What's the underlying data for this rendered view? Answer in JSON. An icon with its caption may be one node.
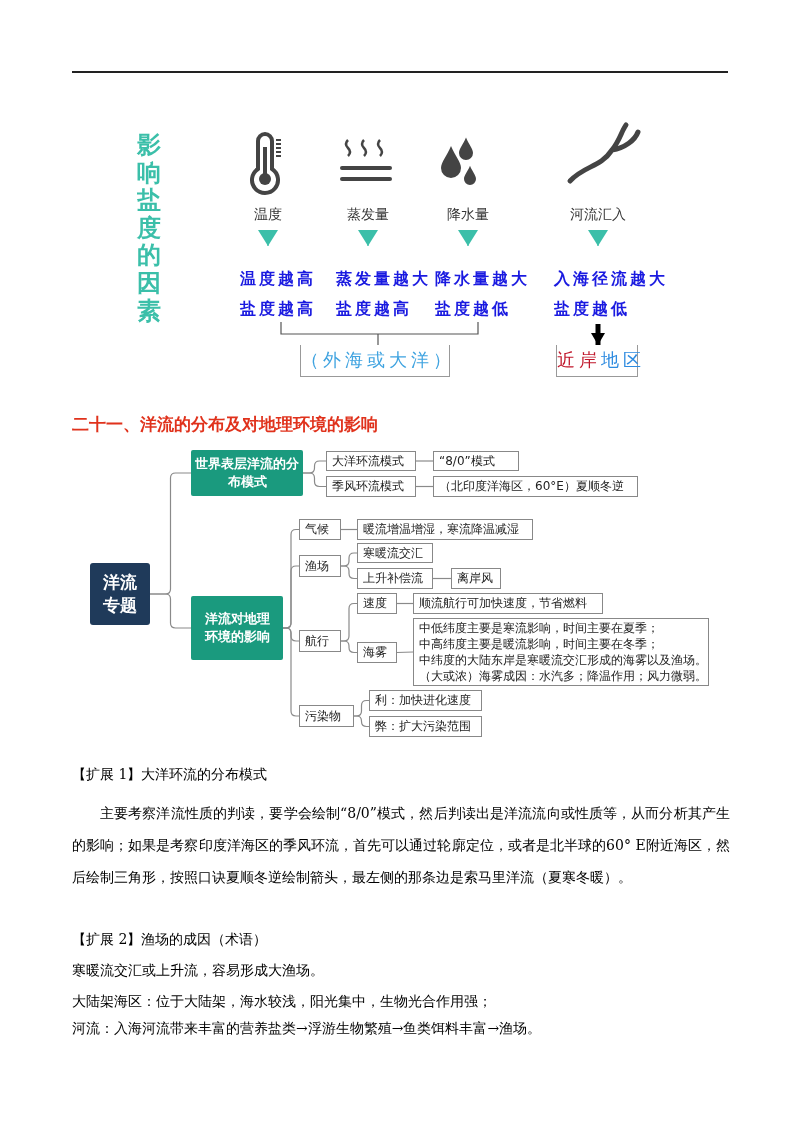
{
  "diagram": {
    "nodes": [
      {
        "text": [
          "温度"
        ]
      },
      {
        "text": [
          "蒸发量"
        ]
      },
      {
        "text": [
          "降水量"
        ]
      },
      {
        "text": [
          "河流汇入"
        ]
      },
      {
        "text": [
          "温度越高",
          "盐度越高"
        ]
      },
      {
        "text": [
          "蒸发量越大",
          "盐度越高"
        ]
      },
      {
        "text": [
          "降水量越大",
          "盐度越低"
        ]
      },
      {
        "text": [
          "入海径流越大",
          "盐度越低"
        ]
      },
      {
        "text": [
          "（外海或大洋）"
        ]
      },
      {
        "text": [
          "近岸",
          "地区"
        ]
      },
      {
        "text": [
          "洋流专题"
        ]
      },
      {
        "text": [
          "世界表层洋流的分布模式"
        ]
      },
      {
        "text": [
          "大洋环流模式"
        ]
      },
      {
        "text": [
          "“8/0”模式"
        ]
      },
      {
        "text": [
          "季风环流模式"
        ]
      },
      {
        "text": [
          "（北印度洋海区，60°E）夏顺冬逆"
        ]
      },
      {
        "text": [
          "洋流对地理环境的影响"
        ]
      },
      {
        "text": [
          "气候"
        ]
      },
      {
        "text": [
          "暖流增温增湿，寒流降温减湿"
        ]
      },
      {
        "text": [
          "渔场"
        ]
      },
      {
        "text": [
          "寒暖流交汇"
        ]
      },
      {
        "text": [
          "上升补偿流"
        ]
      },
      {
        "text": [
          "离岸风"
        ]
      },
      {
        "text": [
          "航行"
        ]
      },
      {
        "text": [
          "速度"
        ]
      },
      {
        "text": [
          "顺流航行可加快速度，节省燃料"
        ]
      },
      {
        "text": [
          "海雾"
        ]
      },
      {
        "text": [
          "中低纬度主要是寒流影响，时间主要在夏季；",
          "中高纬度主要是暖流影响，时间主要在冬季；",
          "中纬度的大陆东岸是寒暖流交汇形成的海雾以及渔场。",
          "（大或浓）海雾成因：水汽多；降温作用；风力微弱。"
        ]
      },
      {
        "text": [
          "污染物"
        ]
      },
      {
        "text": [
          "利：加快进化速度"
        ]
      },
      {
        "text": [
          "弊：扩大污染范围"
        ]
      }
    ],
    "edges": [
      {
        "from": 0,
        "to": 4,
        "arrow": "to",
        "color": "#3bbfa9"
      },
      {
        "from": 1,
        "to": 5,
        "arrow": "to",
        "color": "#3bbfa9"
      },
      {
        "from": 2,
        "to": 6,
        "arrow": "to",
        "color": "#3bbfa9"
      },
      {
        "from": 3,
        "to": 7,
        "arrow": "to",
        "color": "#3bbfa9"
      },
      {
        "from": 7,
        "to": 9,
        "arrow": "to",
        "style": "thick",
        "color": "#000000"
      },
      {
        "from": 10,
        "to": 11,
        "arrow": "none"
      },
      {
        "from": 10,
        "to": 16,
        "arrow": "none"
      },
      {
        "from": 11,
        "to": 12,
        "arrow": "none"
      },
      {
        "from": 11,
        "to": 14,
        "arrow": "none"
      },
      {
        "from": 12,
        "to": 13,
        "arrow": "none"
      },
      {
        "from": 14,
        "to": 15,
        "arrow": "none"
      },
      {
        "from": 16,
        "to": 17,
        "arrow": "none"
      },
      {
        "from": 16,
        "to": 19,
        "arrow": "none"
      },
      {
        "from": 16,
        "to": 23,
        "arrow": "none"
      },
      {
        "from": 16,
        "to": 28,
        "arrow": "none"
      },
      {
        "from": 17,
        "to": 18,
        "arrow": "none"
      },
      {
        "from": 19,
        "to": 20,
        "arrow": "none"
      },
      {
        "from": 19,
        "to": 21,
        "arrow": "none"
      },
      {
        "from": 21,
        "to": 22,
        "arrow": "none"
      },
      {
        "from": 23,
        "to": 24,
        "arrow": "none"
      },
      {
        "from": 23,
        "to": 26,
        "arrow": "none"
      },
      {
        "from": 24,
        "to": 25,
        "arrow": "none"
      },
      {
        "from": 26,
        "to": 27,
        "arrow": "none"
      },
      {
        "from": 28,
        "to": 29,
        "arrow": "none"
      },
      {
        "from": 28,
        "to": 30,
        "arrow": "none"
      }
    ],
    "labels": [
      "影响盐度的因素",
      "二十一、洋流的分布及对地理环境的影响",
      "【扩展 1】大洋环流的分布模式",
      "主要考察洋流性质的判读，要学会绘制“8/0”模式，然后判读出是洋流流向或性质等，从而分析其产生的影响；如果是考察印度洋海区的季风环流，首先可以通过轮廓定位，或者是北半球的60° E附近海区，然后绘制三角形，按照口诀夏顺冬逆绘制箭头，最左侧的那条边是索马里洋流（夏寒冬暖）。",
      "【扩展 2】渔场的成因（术语）",
      "寒暖流交汇或上升流，容易形成大渔场。",
      "大陆架海区：位于大陆架，海水较浅，阳光集中，生物光合作用强；",
      "河流：入海河流带来丰富的营养盐类→浮游生物繁殖→鱼类饵料丰富→渔场。"
    ]
  }
}
